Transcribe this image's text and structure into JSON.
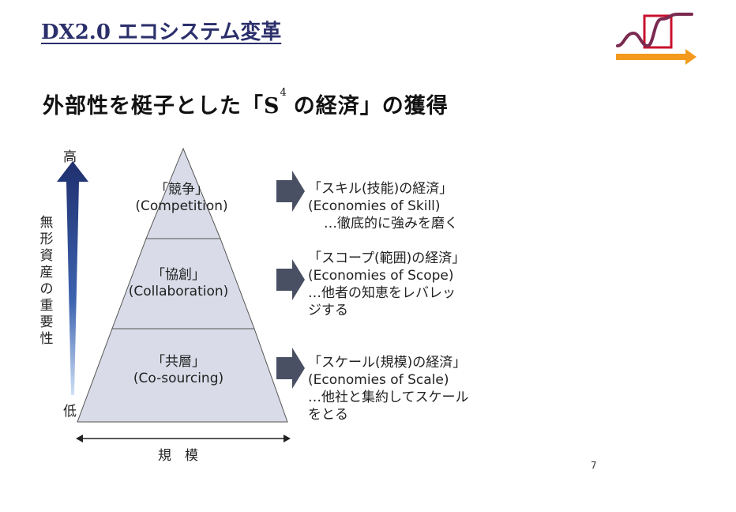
{
  "header": {
    "title": "DX2.0 エコシステム変革"
  },
  "subtitle": {
    "main": "外部性を梃子とした「S",
    "superscript": "4",
    "rest": "の経済」の獲得"
  },
  "diagram": {
    "axis_vertical_top": "高",
    "axis_vertical_bottom": "低",
    "axis_vertical_label": "無形資産の重要性",
    "axis_horizontal_label": "規　模",
    "tiers": [
      {
        "jp": "「競争」",
        "en": "(Competition)"
      },
      {
        "jp": "「協創」",
        "en": "(Collaboration)"
      },
      {
        "jp": "「共層」",
        "en": "(Co-sourcing)"
      }
    ],
    "economies": [
      {
        "jp": "「スキル(技能)の経済」",
        "en": "(Economies of Skill)",
        "desc": "…徹底的に強みを磨く"
      },
      {
        "jp": "「スコープ(範囲)の経済」",
        "en": "(Economies of Scope)",
        "desc": "…他者の知恵をレバレッ",
        "desc2": "ジする"
      },
      {
        "jp": "「スケール(規模)の経済」",
        "en": "(Economies of Scale)",
        "desc": "…他社と集約してスケール",
        "desc2": "をとる"
      }
    ],
    "colors": {
      "pyramid_fill": "#d9dce8",
      "arrow_fill": "#4a5063",
      "vertical_arrow_top": "#1f2f6e",
      "logo_red": "#c8102e",
      "logo_orange": "#f39a1e"
    }
  },
  "page_number": "7"
}
